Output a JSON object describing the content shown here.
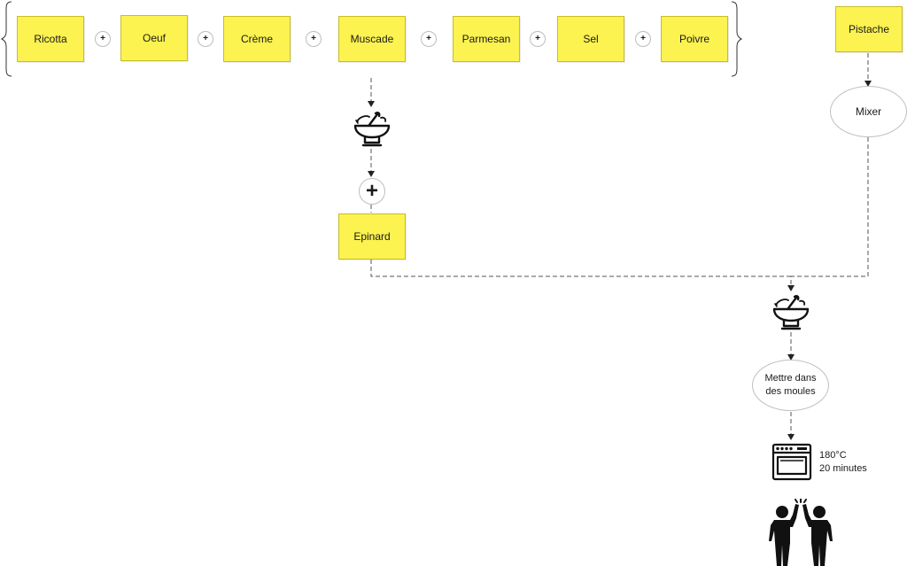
{
  "ingredients": [
    {
      "label": "Ricotta"
    },
    {
      "label": "Oeuf"
    },
    {
      "label": "Crème"
    },
    {
      "label": "Muscade"
    },
    {
      "label": "Parmesan"
    },
    {
      "label": "Sel"
    },
    {
      "label": "Poivre"
    }
  ],
  "plus_symbol": "+",
  "pistache": {
    "label": "Pistache"
  },
  "mixer": {
    "label": "Mixer"
  },
  "epinard": {
    "label": "Epinard"
  },
  "moules": {
    "line1": "Mettre dans",
    "line2": "des moules"
  },
  "oven": {
    "temperature": "180°C",
    "duration": "20 minutes"
  },
  "icons": [
    "mortar-pestle-icon",
    "oven-icon",
    "high-five-icon"
  ],
  "colors": {
    "note": "#fcf250",
    "note_border": "#c9bd2c",
    "line": "#555555"
  }
}
